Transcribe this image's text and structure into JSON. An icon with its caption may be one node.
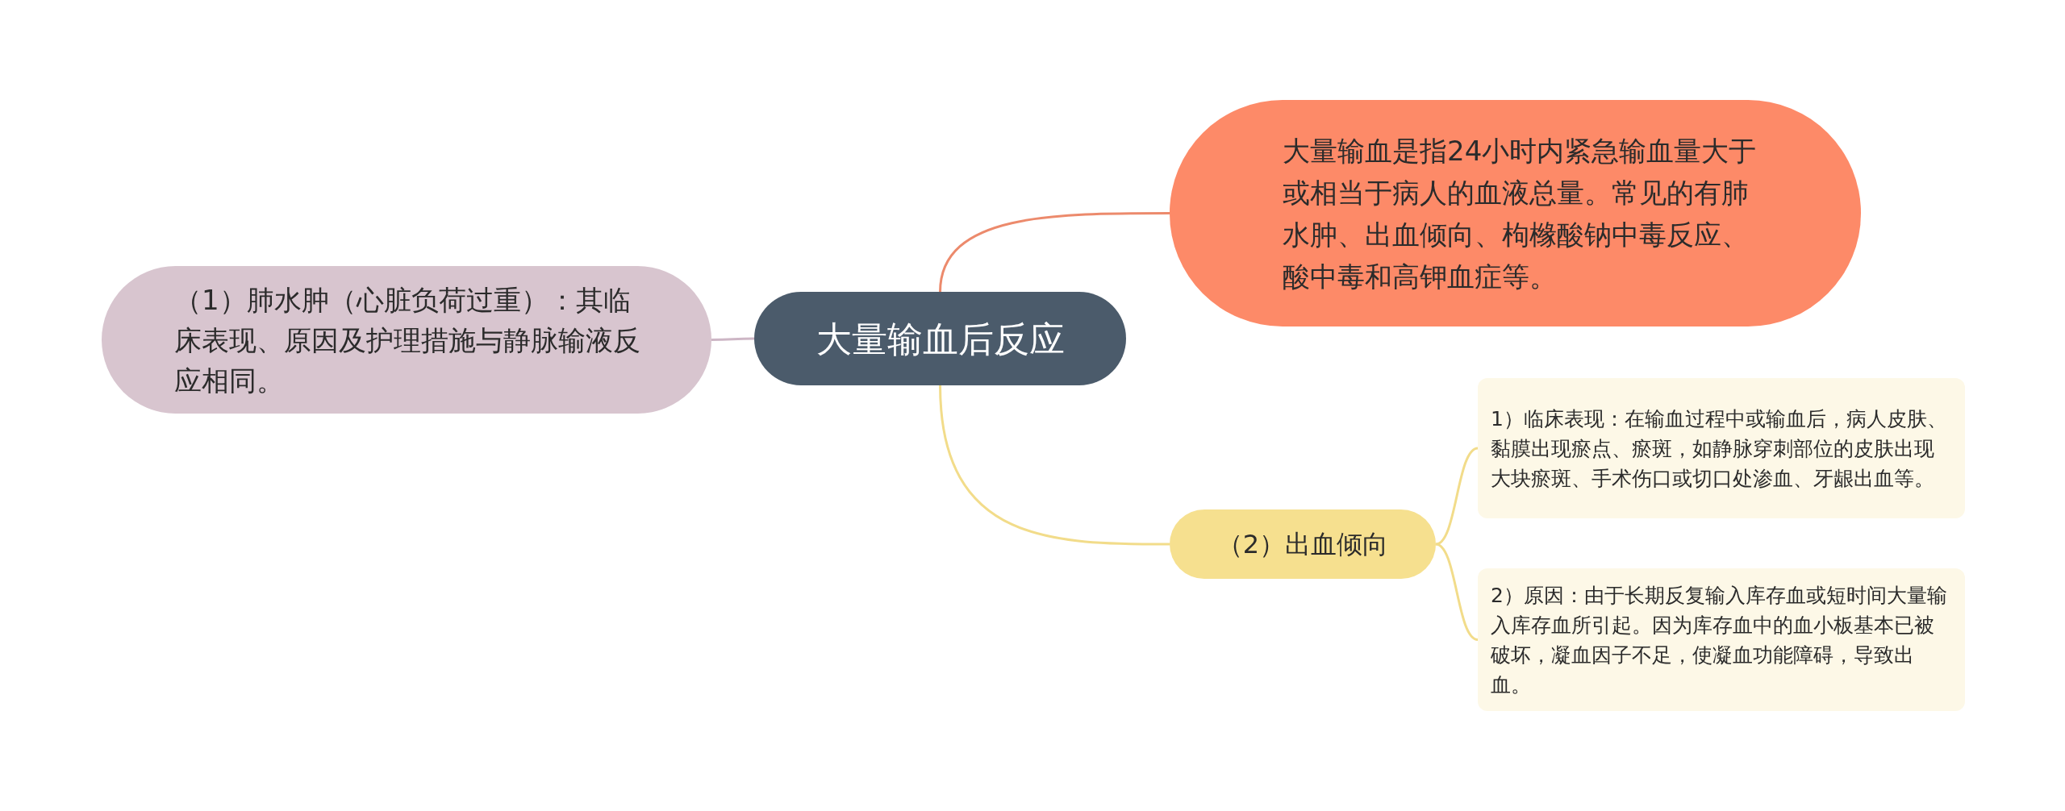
{
  "diagram": {
    "nodes": [
      {
        "text": [
          "大量输血后反应"
        ]
      },
      {
        "text": [
          "大量输血是指24小时内紧急输血量大于或相当于病人的血液总量。常见的有肺水肿、出血倾向、枸橼酸钠中毒反应、酸中毒和高钾血症等。"
        ]
      },
      {
        "text": [
          "（1）肺水肿（心脏负荷过重）：其临床表现、原因及护理措施与静脉输液反应相同。"
        ]
      },
      {
        "text": [
          "（2）出血倾向"
        ]
      },
      {
        "text": [
          "1）临床表现：在输血过程中或输血后，病人皮肤、黏膜出现瘀点、瘀斑，如静脉穿刺部位的皮肤出现大块瘀斑、手术伤口或切口处渗血、牙龈出血等。"
        ]
      },
      {
        "text": [
          "2）原因：由于长期反复输入库存血或短时间大量输入库存血所引起。因为库存血中的血小板基本已被破坏，凝血因子不足，使凝血功能障碍，导致出血。"
        ]
      }
    ],
    "edges": [
      {
        "from": 0,
        "to": 1,
        "arrow": "none",
        "color": "#ec8a6c"
      },
      {
        "from": 0,
        "to": 2,
        "arrow": "none",
        "color": "#cdb6c5"
      },
      {
        "from": 0,
        "to": 3,
        "arrow": "none"
      },
      {
        "from": 3,
        "to": 4,
        "arrow": "none"
      },
      {
        "from": 3,
        "to": 5,
        "arrow": "none"
      }
    ]
  }
}
